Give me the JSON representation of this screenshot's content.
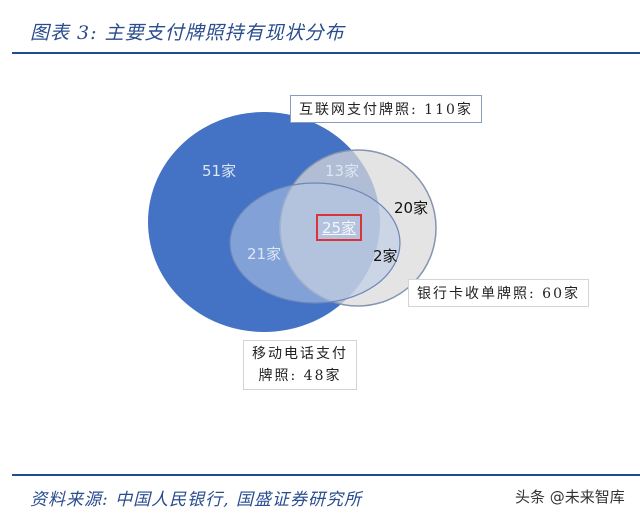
{
  "header": {
    "title": "图表 3: 主要支付牌照持有现状分布"
  },
  "footer": {
    "source": "资料来源: 中国人民银行, 国盛证券研究所",
    "watermark": "头条 @未来智库"
  },
  "colors": {
    "internet_circle": "#4472c4",
    "mobile_ellipse": "#8fa9d8",
    "bankcard_circle": "#d9d9d9",
    "rule": "#1f4e8c",
    "highlight_box": "#d9343a"
  },
  "sets": {
    "internet": {
      "label": "互联网支付牌照: 110家",
      "total": 110
    },
    "bankcard": {
      "label": "银行卡收单牌照: 60家",
      "total": 60
    },
    "mobile": {
      "label_line1": "移动电话支付",
      "label_line2": "牌照: 48家",
      "total": 48
    }
  },
  "regions": {
    "internet_only": "51家",
    "internet_bankcard": "13家",
    "bankcard_only": "20家",
    "all_three": "25家",
    "internet_mobile": "21家",
    "mobile_bankcard": "2家"
  },
  "chart_data": {
    "type": "venn",
    "title": "主要支付牌照持有现状分布",
    "sets": [
      {
        "name": "互联网支付牌照",
        "size": 110
      },
      {
        "name": "银行卡收单牌照",
        "size": 60
      },
      {
        "name": "移动电话支付牌照",
        "size": 48
      }
    ],
    "intersections": [
      {
        "sets": [
          "互联网支付牌照"
        ],
        "only": 51
      },
      {
        "sets": [
          "互联网支付牌照",
          "银行卡收单牌照"
        ],
        "only": 13
      },
      {
        "sets": [
          "银行卡收单牌照"
        ],
        "only": 20
      },
      {
        "sets": [
          "互联网支付牌照",
          "移动电话支付牌照"
        ],
        "only": 21
      },
      {
        "sets": [
          "移动电话支付牌照",
          "银行卡收单牌照"
        ],
        "only": 2
      },
      {
        "sets": [
          "互联网支付牌照",
          "银行卡收单牌照",
          "移动电话支付牌照"
        ],
        "only": 25
      }
    ],
    "unit": "家",
    "source": "中国人民银行, 国盛证券研究所"
  }
}
